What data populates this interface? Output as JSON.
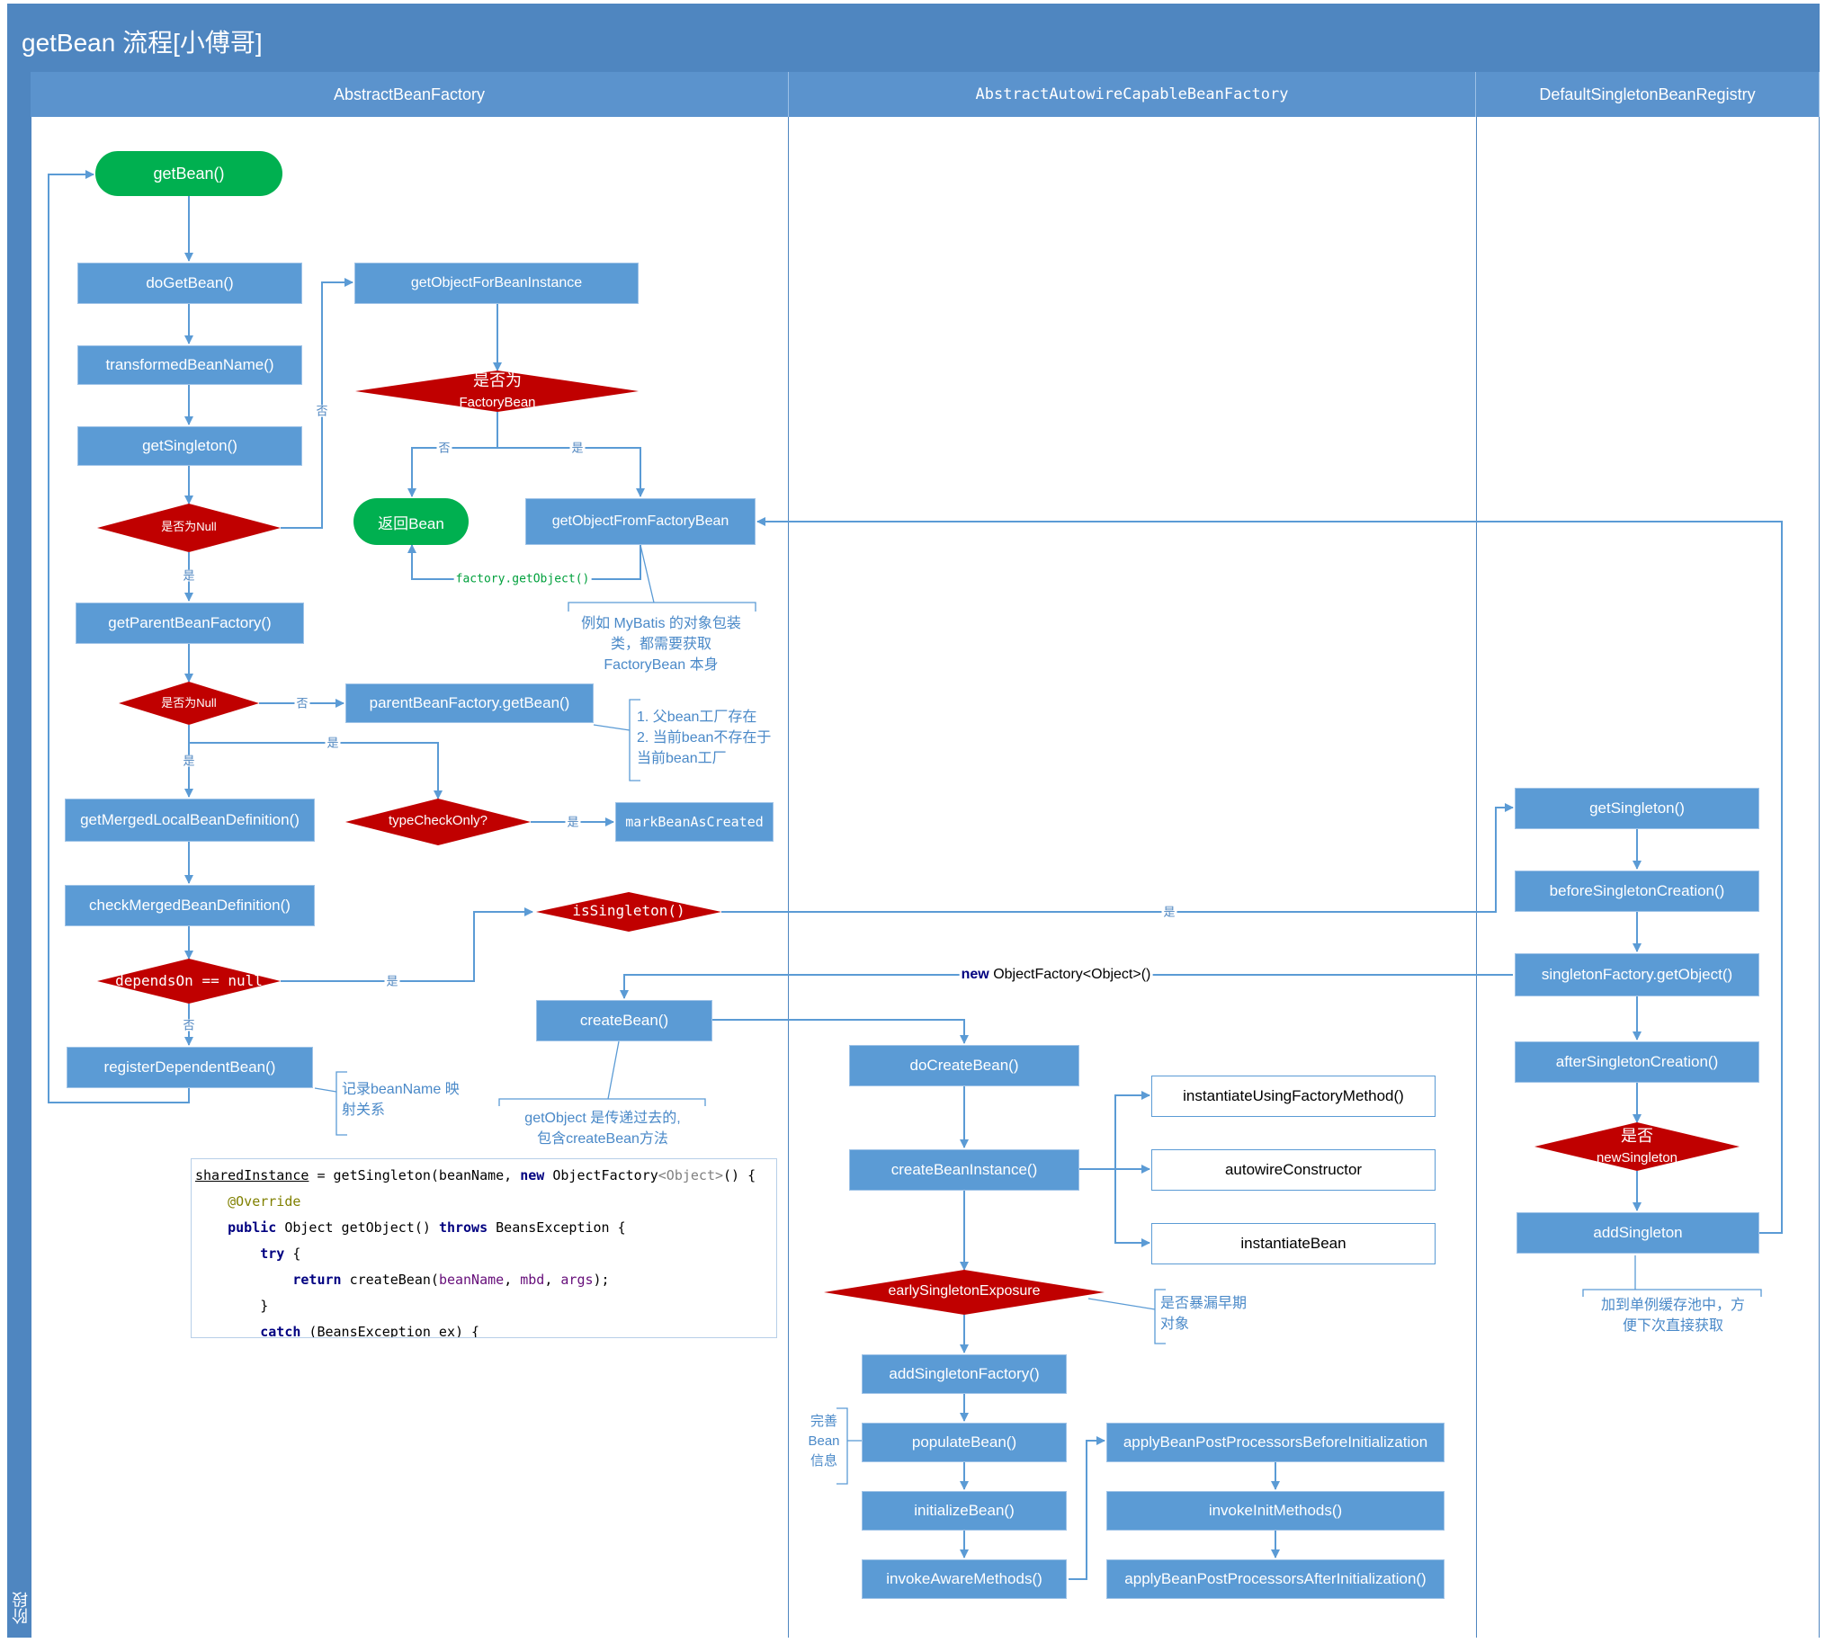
{
  "title": "getBean 流程[小傅哥]",
  "stage_label": "阶段",
  "lanes": {
    "abf": "AbstractBeanFactory",
    "aacbf": "AbstractAutowireCapableBeanFactory",
    "dsbr": "DefaultSingletonBeanRegistry"
  },
  "nodes": {
    "get_bean": "getBean()",
    "do_get_bean": "doGetBean()",
    "transformed_bean_name": "transformedBeanName()",
    "get_singleton_1": "getSingleton()",
    "is_null_1": "是否为Null",
    "get_parent_bean_factory": "getParentBeanFactory()",
    "is_null_2": "是否为Null",
    "parent_get_bean": "parentBeanFactory.getBean()",
    "get_merged": "getMergedLocalBeanDefinition()",
    "type_check_only": "typeCheckOnly?",
    "mark_bean_as_created": "markBeanAsCreated",
    "check_merged": "checkMergedBeanDefinition()",
    "depends_on": "dependsOn == null",
    "register_dependent": "registerDependentBean()",
    "get_object_for_bean_instance": "getObjectForBeanInstance",
    "is_factory_bean_1": "是否为",
    "is_factory_bean_2": "FactoryBean",
    "return_bean": "返回Bean",
    "get_object_from_factory_bean": "getObjectFromFactoryBean",
    "is_singleton": "isSingleton()",
    "create_bean": "createBean()",
    "do_create_bean": "doCreateBean()",
    "create_bean_instance": "createBeanInstance()",
    "instantiate_using_factory_method": "instantiateUsingFactoryMethod()",
    "autowire_constructor": "autowireConstructor",
    "instantiate_bean": "instantiateBean",
    "early_singleton_exposure": "earlySingletonExposure",
    "add_singleton_factory": "addSingletonFactory()",
    "populate_bean": "populateBean()",
    "initialize_bean": "initializeBean()",
    "invoke_aware_methods": "invokeAwareMethods()",
    "apply_before": "applyBeanPostProcessorsBeforeInitialization",
    "invoke_init_methods": "invokeInitMethods()",
    "apply_after": "applyBeanPostProcessorsAfterInitialization()",
    "get_singleton_2": "getSingleton()",
    "before_singleton_creation": "beforeSingletonCreation()",
    "singleton_factory_get_object": "singletonFactory.getObject()",
    "after_singleton_creation": "afterSingletonCreation()",
    "is_new_singleton_1": "是否",
    "is_new_singleton_2": "newSingleton",
    "add_singleton": "addSingleton"
  },
  "edge_labels": {
    "yes": "是",
    "no": "否",
    "factory_get_object": "factory.getObject()",
    "new_kw": "new",
    "new_object_factory": " ObjectFactory<Object>()"
  },
  "notes": {
    "mybatis_1": "例如 MyBatis 的对象包装",
    "mybatis_2": "类，都需要获取",
    "mybatis_3": "FactoryBean 本身",
    "parent_1": "1. 父bean工厂存在",
    "parent_2": "2. 当前bean不存在于",
    "parent_3": "当前bean工厂",
    "record_1": "记录beanName 映",
    "record_2": "射关系",
    "getobject_1": "getObject 是传递过去的,",
    "getobject_2": "包含createBean方法",
    "expose_1": "是否暴漏早期",
    "expose_2": "对象",
    "complete_1": "完善",
    "complete_2": "Bean",
    "complete_3": "信息",
    "cache_1": "加到单例缓存池中，方",
    "cache_2": "便下次直接获取"
  },
  "code": {
    "l1_a": "sharedInstance",
    "l1_b": " = getSingleton(beanName, ",
    "l1_new": "new",
    "l1_c": " ObjectFactory",
    "l1_d": "<Object>",
    "l1_e": "() {",
    "l2": "@Override",
    "l3_kw1": "public",
    "l3_a": " Object getObject() ",
    "l3_kw2": "throws",
    "l3_b": " BeansException {",
    "l4_kw": "try",
    "l4_a": " {",
    "l5_kw": "return",
    "l5_a": " createBean(",
    "l5_p1": "beanName",
    "l5_sep1": ", ",
    "l5_p2": "mbd",
    "l5_sep2": ", ",
    "l5_p3": "args",
    "l5_b": ");",
    "l6": "}",
    "l7_kw": "catch",
    "l7_a": " (BeansException ex) {"
  }
}
